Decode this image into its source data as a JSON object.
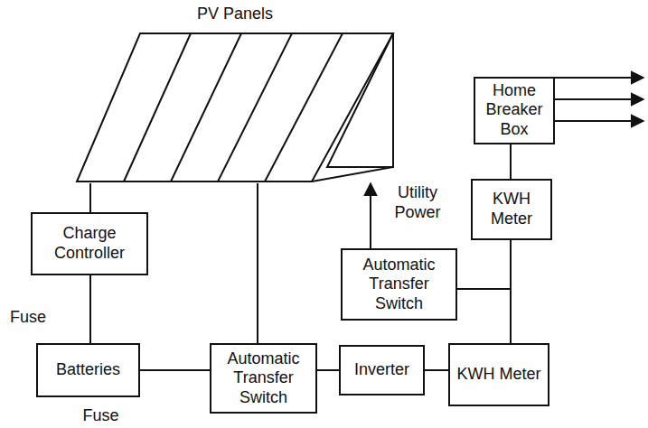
{
  "diagram": {
    "nodes": [
      {
        "text": [
          "PV Panels"
        ]
      },
      {
        "text": [
          "Home Breaker Box"
        ]
      },
      {
        "text": [
          "KWH Meter"
        ]
      },
      {
        "text": [
          "Charge Controller"
        ]
      },
      {
        "text": [
          "Automatic Transfer Switch"
        ]
      },
      {
        "text": [
          "Batteries"
        ]
      },
      {
        "text": [
          "Automatic Transfer Switch"
        ]
      },
      {
        "text": [
          "Inverter"
        ]
      },
      {
        "text": [
          "KWH Meter"
        ]
      }
    ],
    "edges": [
      {
        "from": 0,
        "to": 3,
        "arrow": "none"
      },
      {
        "from": 3,
        "to": 5,
        "arrow": "none"
      },
      {
        "from": 0,
        "to": 6,
        "arrow": "none"
      },
      {
        "from": 5,
        "to": 6,
        "arrow": "none"
      },
      {
        "from": 6,
        "to": 7,
        "arrow": "none"
      },
      {
        "from": 7,
        "to": 8,
        "arrow": "none"
      },
      {
        "from": 8,
        "to": 2,
        "arrow": "none"
      },
      {
        "from": 4,
        "to": 2,
        "arrow": "none"
      },
      {
        "from": 4,
        "to": 8,
        "arrow": "none"
      },
      {
        "from": 2,
        "to": 1,
        "arrow": "none"
      }
    ],
    "labels": [
      "Utility Power",
      "Fuse",
      "Fuse"
    ]
  }
}
